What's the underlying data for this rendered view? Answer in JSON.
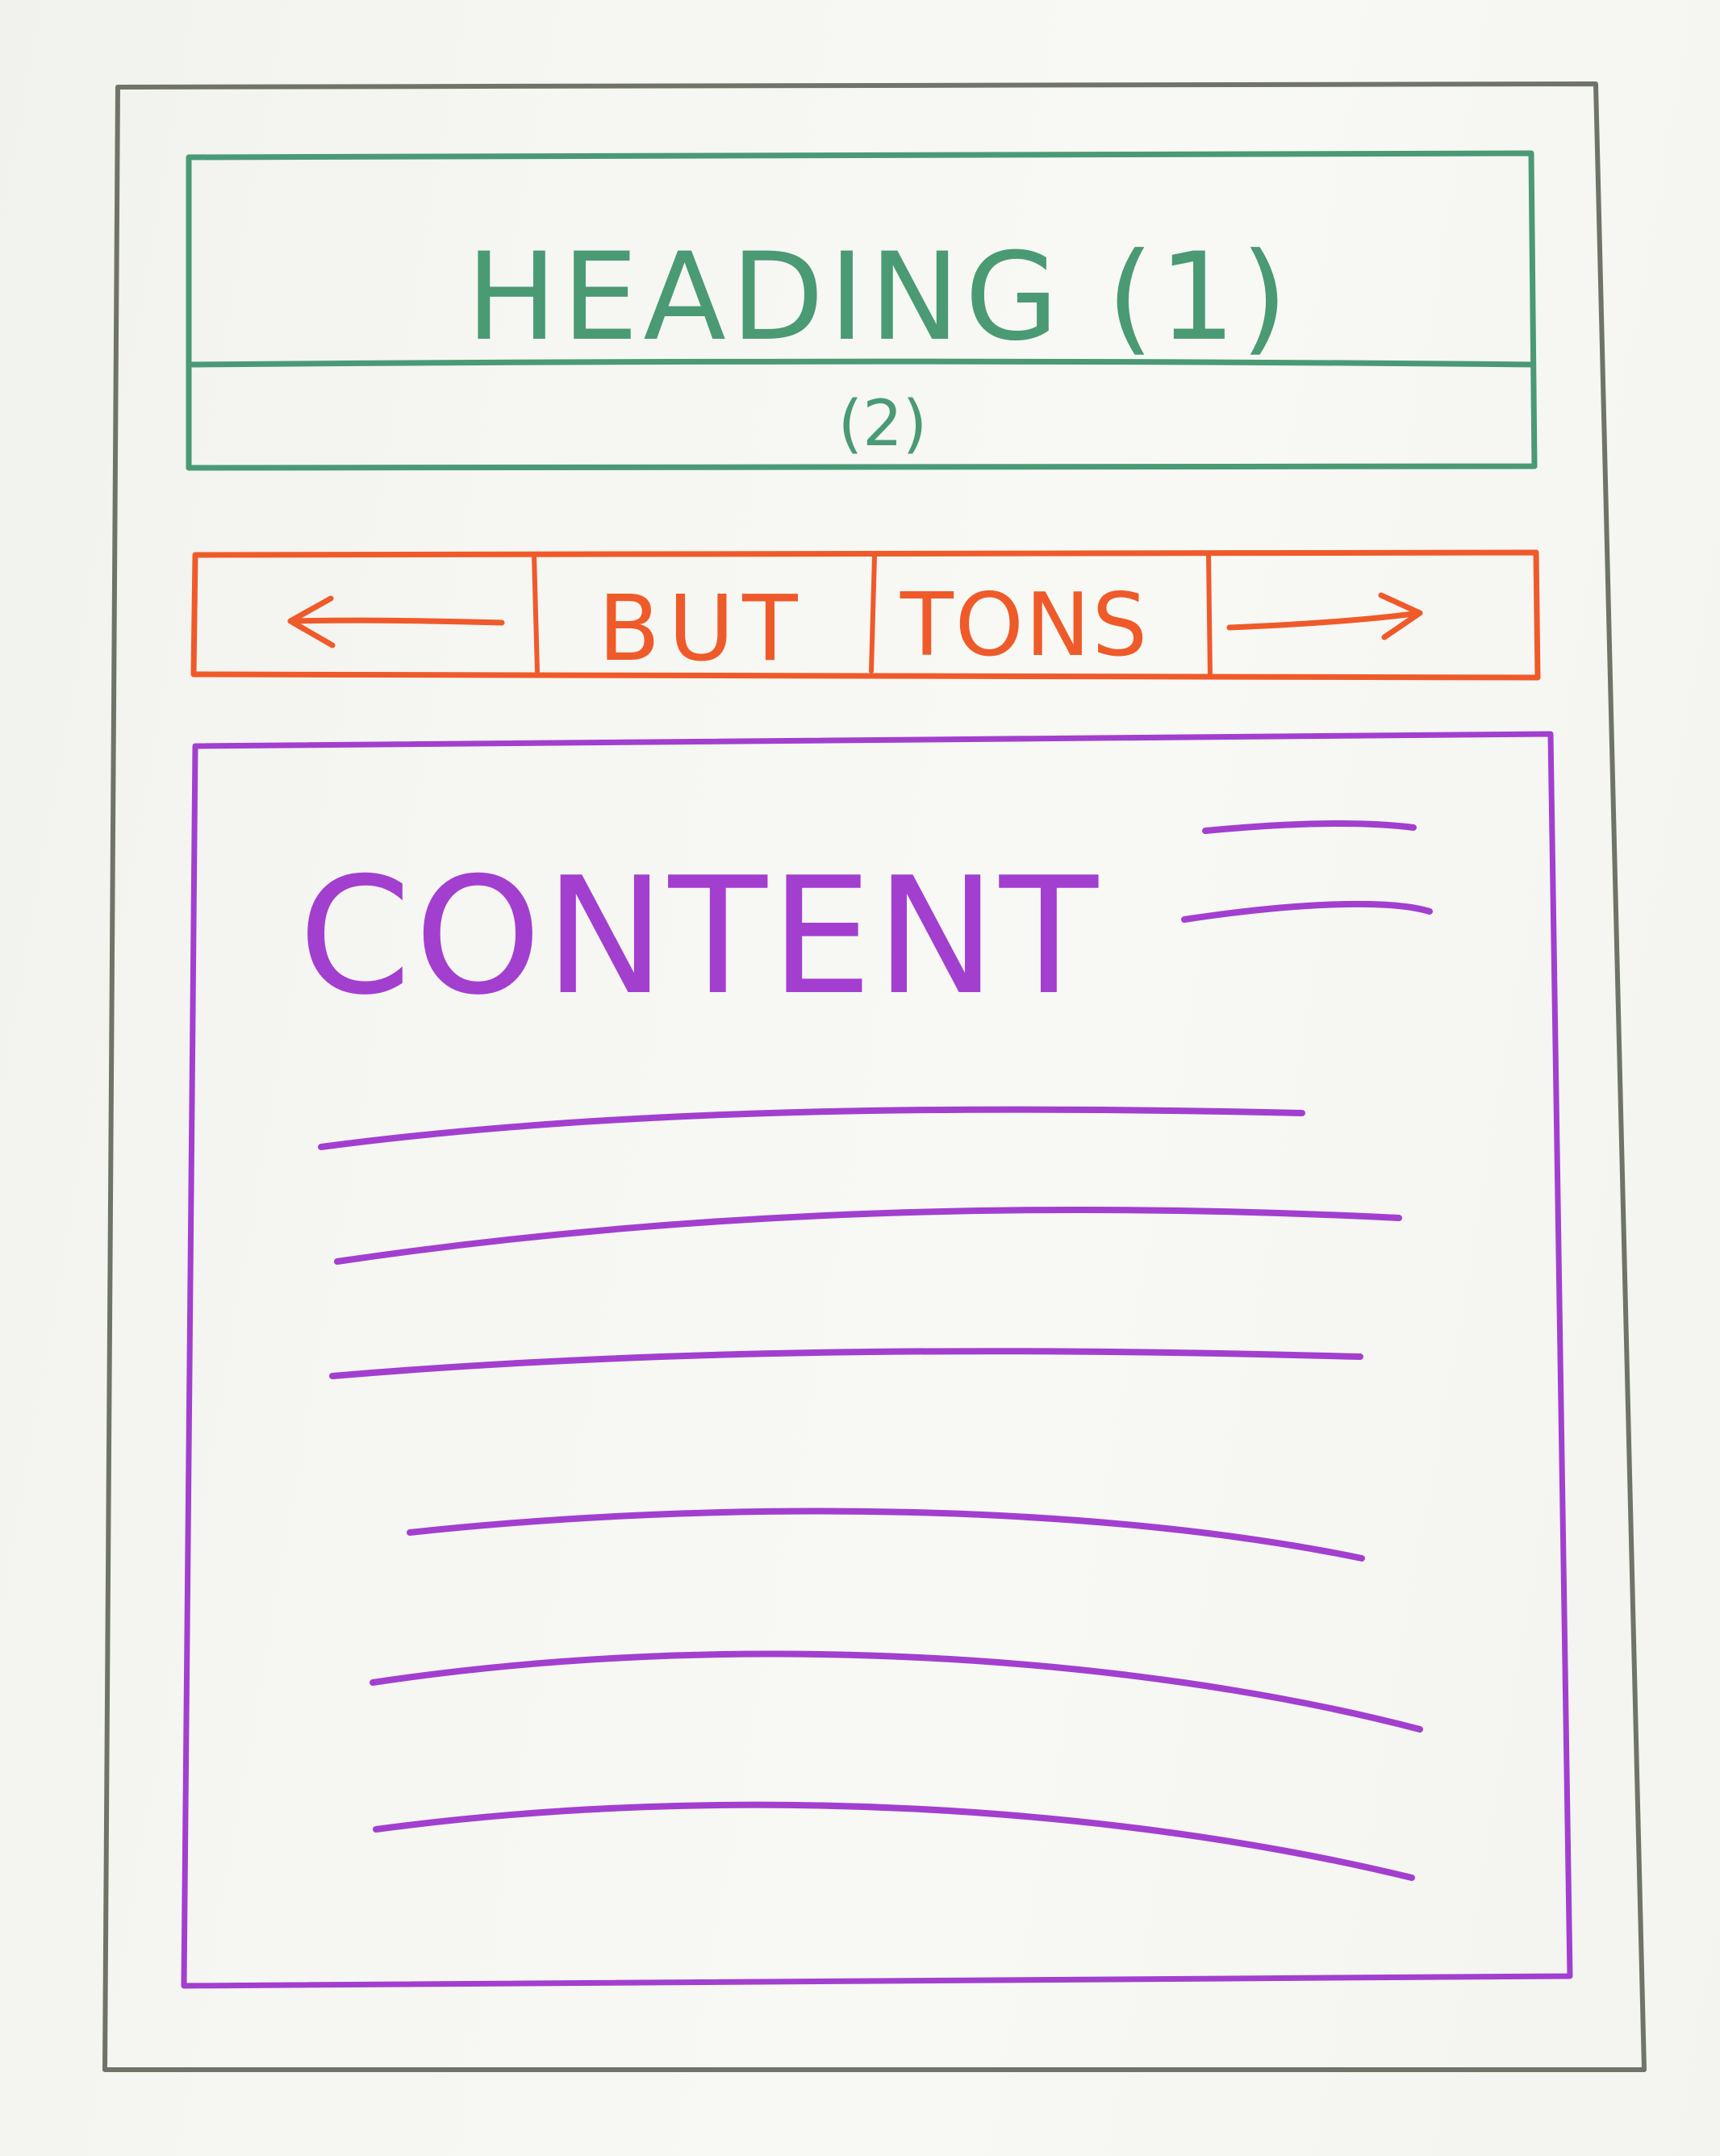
{
  "colors": {
    "page_frame": "#6f7468",
    "heading_section": "#4a9a74",
    "buttons_section": "#ef5a2a",
    "content_section": "#a23fcf",
    "paper": "#f6f6f2"
  },
  "heading": {
    "title": "HEADING (1)",
    "subheading": "(2)"
  },
  "buttons_bar": {
    "prev_icon": "arrow-left",
    "label_left": "BUT",
    "label_right": "TONS",
    "next_icon": "arrow-right"
  },
  "content": {
    "title": "CONTENT",
    "heading_icon": "menu-lines-icon",
    "text_lines": 6
  }
}
